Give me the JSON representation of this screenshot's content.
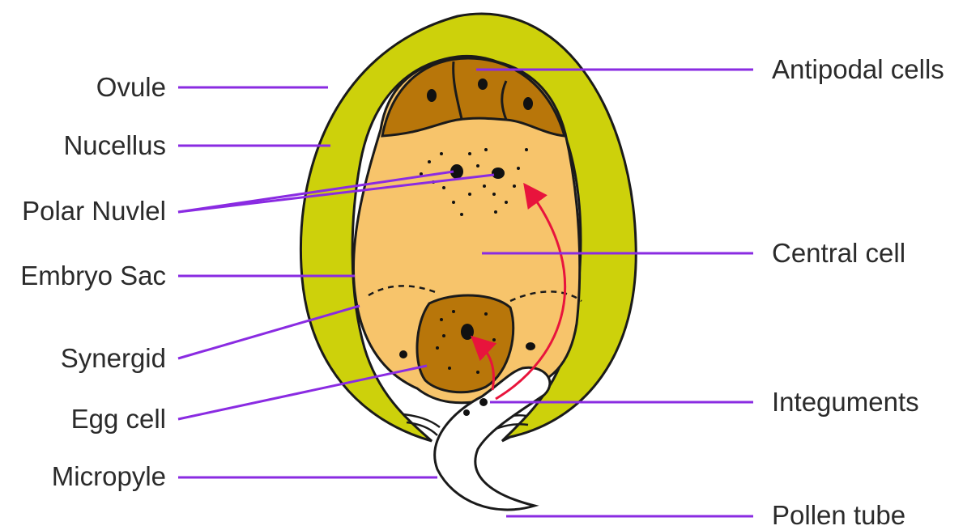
{
  "diagram": {
    "labels_left": [
      {
        "id": "ovule",
        "text": "Ovule"
      },
      {
        "id": "nucellus",
        "text": "Nucellus"
      },
      {
        "id": "polar",
        "text": "Polar Nuvlel"
      },
      {
        "id": "embryo",
        "text": "Embryo Sac"
      },
      {
        "id": "synergid",
        "text": "Synergid"
      },
      {
        "id": "egg",
        "text": "Egg cell"
      },
      {
        "id": "micropyle",
        "text": "Micropyle"
      }
    ],
    "labels_right": [
      {
        "id": "antipodal",
        "text": "Antipodal cells"
      },
      {
        "id": "central",
        "text": "Central cell"
      },
      {
        "id": "integuments",
        "text": "Integuments"
      },
      {
        "id": "pollen",
        "text": "Pollen tube"
      }
    ]
  },
  "colors": {
    "leader_line": "#8a2be2",
    "integument_fill": "#cdd10b",
    "embryo_sac_fill": "#f7c46b",
    "cell_fill": "#b8760a",
    "arrow": "#e8143c",
    "outline": "#1a1a1a"
  }
}
